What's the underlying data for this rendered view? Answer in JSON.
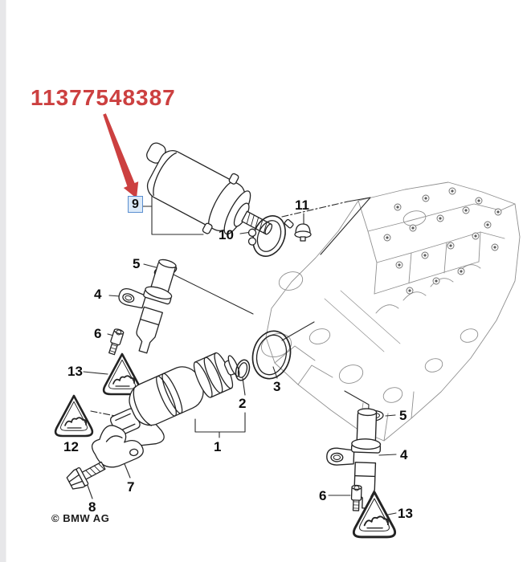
{
  "annotation": {
    "part_number": "11377548387",
    "highlighted_callout": "9"
  },
  "footer": {
    "copyright": "© BMW AG"
  },
  "colors": {
    "annotation_red": "#cc4040",
    "highlight_border": "#5b8fd0",
    "highlight_fill": "#dceaf9",
    "drawing_line": "#232323",
    "engine_line": "#8f8f8f"
  },
  "callouts": [
    {
      "label": "9",
      "highlighted": true
    },
    {
      "label": "10",
      "highlighted": false
    },
    {
      "label": "11",
      "highlighted": false
    },
    {
      "label": "5",
      "highlighted": false
    },
    {
      "label": "4",
      "highlighted": false
    },
    {
      "label": "6",
      "highlighted": false
    },
    {
      "label": "13",
      "highlighted": false
    },
    {
      "label": "3",
      "highlighted": false
    },
    {
      "label": "2",
      "highlighted": false
    },
    {
      "label": "1",
      "highlighted": false
    },
    {
      "label": "12",
      "highlighted": false
    },
    {
      "label": "7",
      "highlighted": false
    },
    {
      "label": "8",
      "highlighted": false
    },
    {
      "label": "5",
      "highlighted": false
    },
    {
      "label": "4",
      "highlighted": false
    },
    {
      "label": "6",
      "highlighted": false
    },
    {
      "label": "13",
      "highlighted": false
    }
  ]
}
